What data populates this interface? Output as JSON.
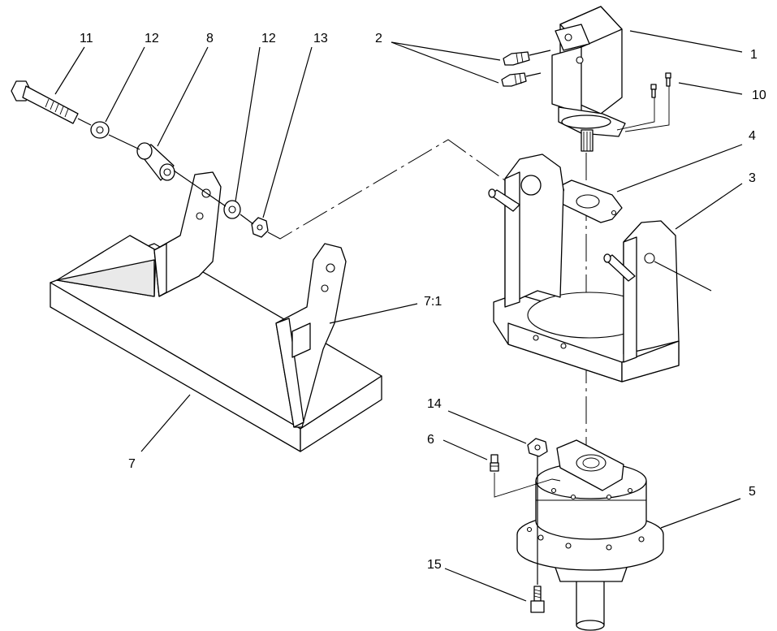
{
  "callouts": [
    {
      "id": "c1",
      "label": "1"
    },
    {
      "id": "c2",
      "label": "2"
    },
    {
      "id": "c3",
      "label": "3"
    },
    {
      "id": "c4",
      "label": "4"
    },
    {
      "id": "c5",
      "label": "5"
    },
    {
      "id": "c6",
      "label": "6"
    },
    {
      "id": "c7",
      "label": "7"
    },
    {
      "id": "c7_1",
      "label": "7:1"
    },
    {
      "id": "c8",
      "label": "8"
    },
    {
      "id": "c10",
      "label": "10"
    },
    {
      "id": "c11",
      "label": "11"
    },
    {
      "id": "c12a",
      "label": "12"
    },
    {
      "id": "c12b",
      "label": "12"
    },
    {
      "id": "c13",
      "label": "13"
    },
    {
      "id": "c14",
      "label": "14"
    },
    {
      "id": "c15",
      "label": "15"
    }
  ]
}
